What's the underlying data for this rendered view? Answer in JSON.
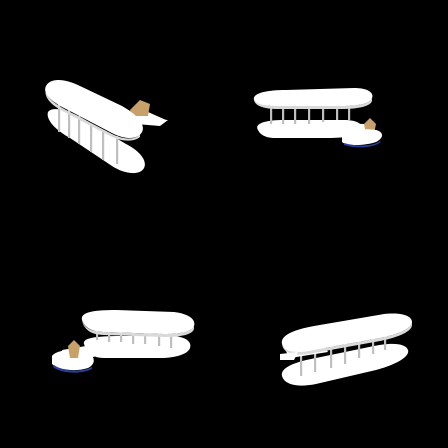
{
  "scene": {
    "background": "#000000",
    "model": "biplane",
    "views": [
      {
        "id": "front-left-high"
      },
      {
        "id": "front-right-side"
      },
      {
        "id": "rear-left-low"
      },
      {
        "id": "rear-right-low"
      }
    ]
  },
  "colors": {
    "wing": "#ffffff",
    "wing_shadow": "#d9d9d9",
    "strut": "#bfbfbf",
    "tail_fin": "#c8a06a",
    "underside_accent": "#2a3e9c"
  }
}
